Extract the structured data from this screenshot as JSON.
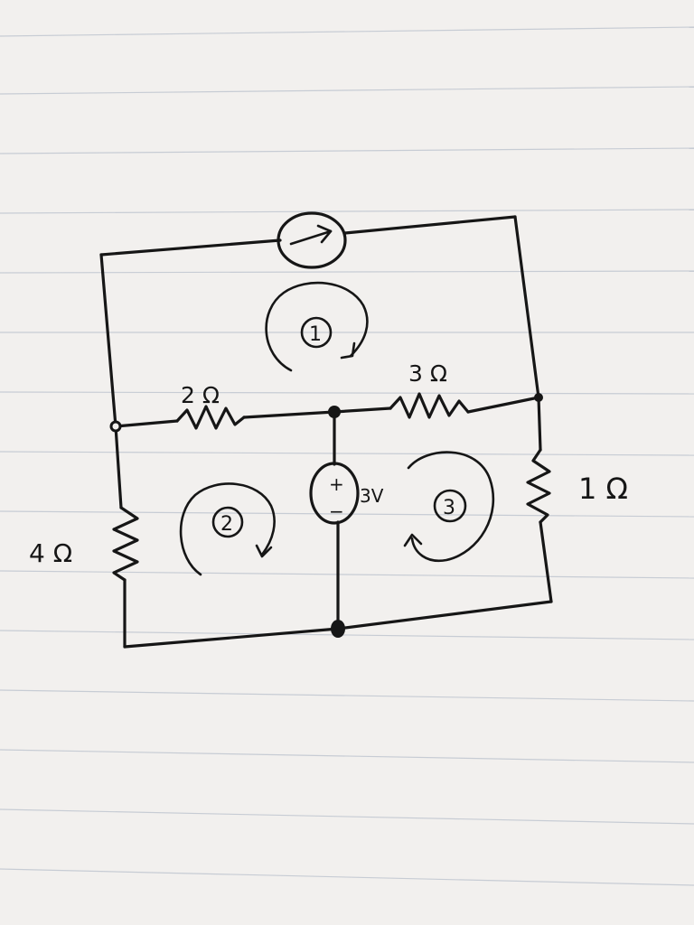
{
  "diagram": {
    "components": [
      {
        "id": "current-source",
        "type": "current-source",
        "direction": "right"
      },
      {
        "id": "r-2ohm",
        "type": "resistor",
        "label": "2 Ω"
      },
      {
        "id": "r-3ohm",
        "type": "resistor",
        "label": "3 Ω"
      },
      {
        "id": "r-4ohm",
        "type": "resistor",
        "label": "4 Ω"
      },
      {
        "id": "r-1ohm",
        "type": "resistor",
        "label": "1 Ω"
      },
      {
        "id": "v-3v",
        "type": "voltage-source",
        "label": "3V",
        "polarity": [
          "+",
          "−"
        ]
      }
    ],
    "meshes": [
      {
        "id": "mesh-1",
        "label": "1",
        "direction": "clockwise"
      },
      {
        "id": "mesh-2",
        "label": "2",
        "direction": "clockwise"
      },
      {
        "id": "mesh-3",
        "label": "3",
        "direction": "clockwise"
      }
    ],
    "labels": {
      "r2": "2 Ω",
      "r3": "3 Ω",
      "r4": "4 Ω",
      "r1": "1 Ω",
      "v3": "3V",
      "plus": "+",
      "minus": "−",
      "mesh1": "1",
      "mesh2": "2",
      "mesh3": "3"
    },
    "colors": {
      "paper": "#f2f0ee",
      "ink": "#161616",
      "rule": "#b9c0cc"
    }
  }
}
